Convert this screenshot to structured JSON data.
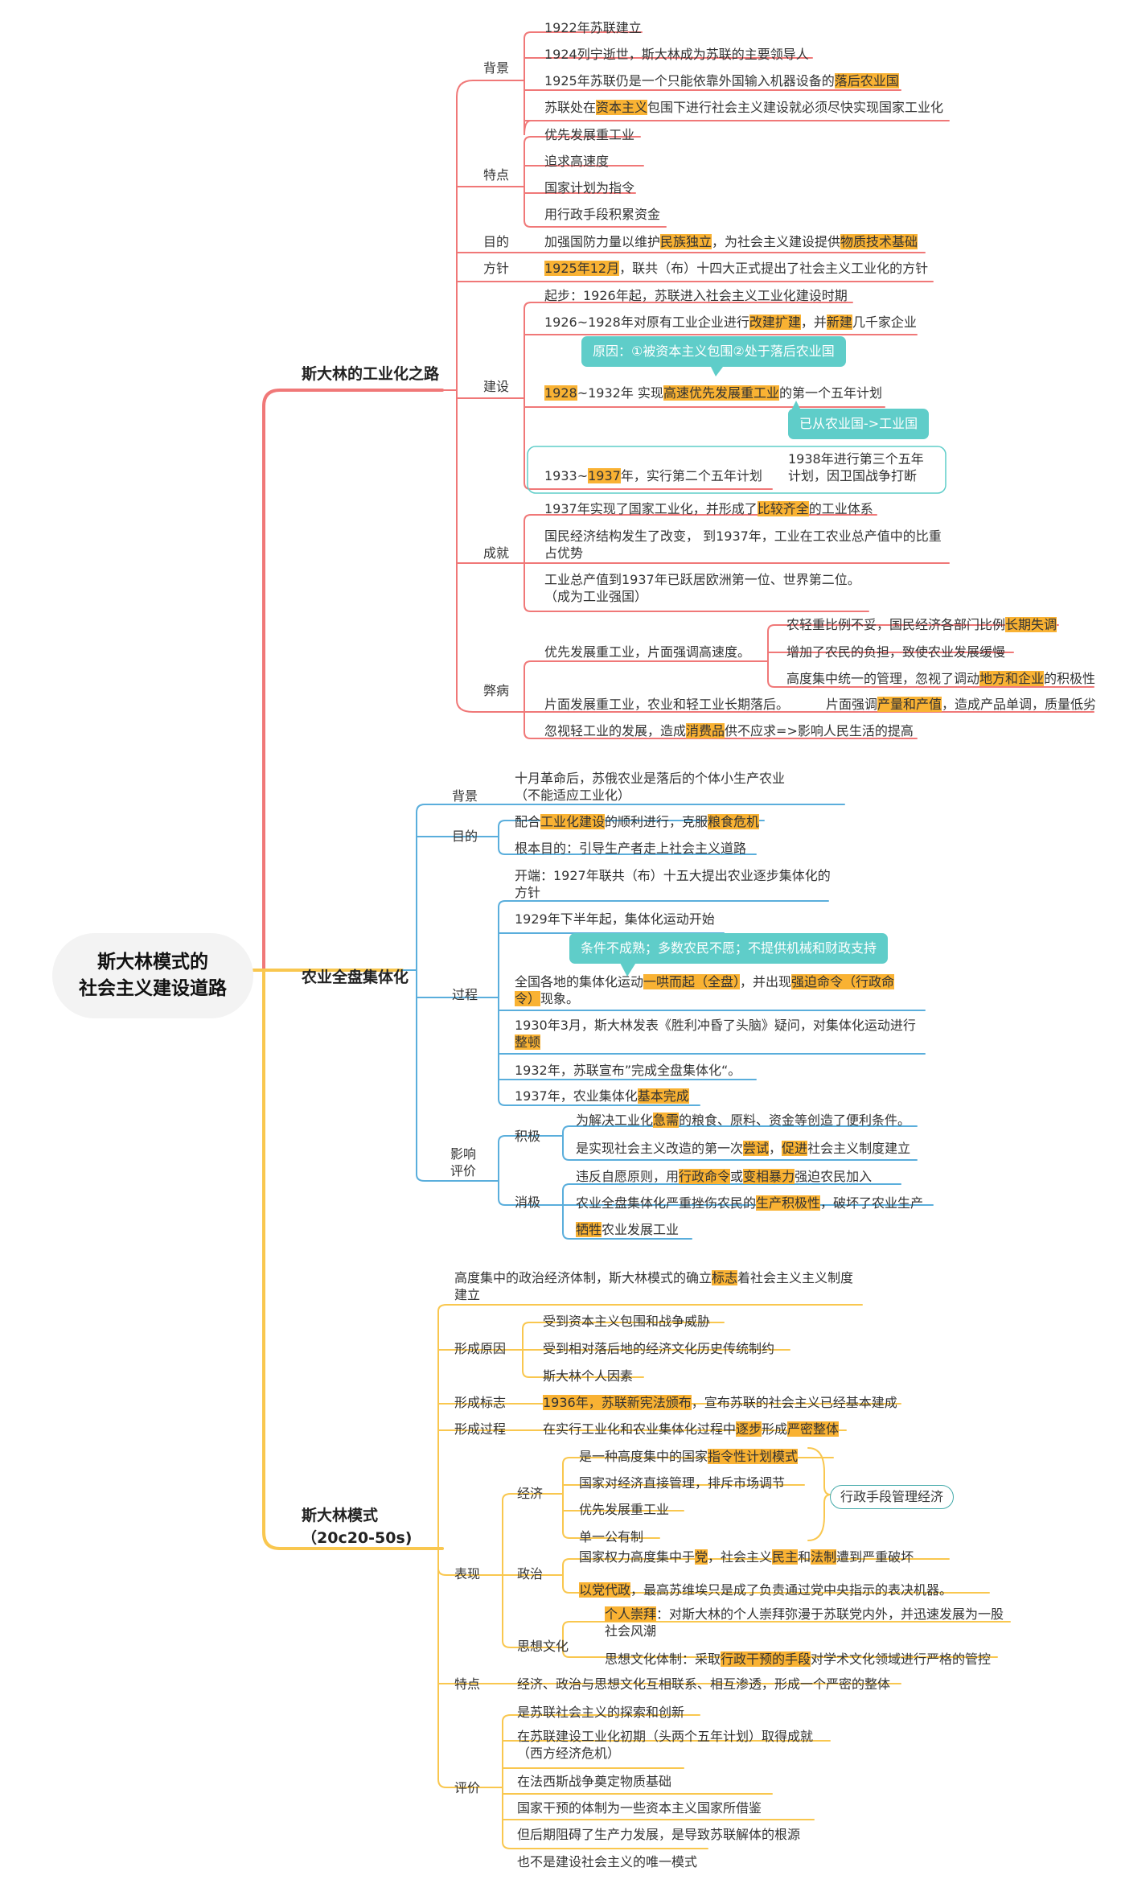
{
  "root": {
    "line1": "斯大林模式的",
    "line2": "社会主义建设道路"
  },
  "colors": {
    "red": "#f07878",
    "blue": "#5aaedc",
    "yellow": "#f9c74f",
    "highlight": "#f9b233",
    "teal": "#5fcdc9"
  },
  "s1": {
    "title": "斯大林的工业化之路",
    "bg": {
      "label": "背景",
      "i1": "1922年苏联建立",
      "i2": "1924列宁逝世，斯大林成为苏联的主要领导人",
      "i3a": "1925年苏联仍是一个只能依靠外国输入机器设备的",
      "i3h": "落后农业国",
      "i4a": "苏联处在",
      "i4h": "资本主义",
      "i4b": "包围下进行社会主义建设就必须尽快实现国家工业化"
    },
    "tz": {
      "label": "特点",
      "i1": "优先发展重工业",
      "i2": "追求高速度",
      "i3": "国家计划为指令",
      "i4": "用行政手段积累资金"
    },
    "md": {
      "label": "目的",
      "a": "加强国防力量以维护",
      "h1": "民族独立",
      "b": "，为社会主义建设提供",
      "h2": "物质技术基础"
    },
    "fz": {
      "label": "方针",
      "h": "1925年12月",
      "a": "，联共（布）十四大正式提出了社会主义工业化的方针"
    },
    "js": {
      "label": "建设",
      "i1": "起步：1926年起，苏联进入社会主义工业化建设时期",
      "i2a": "1926~1928年对原有工业企业进行",
      "i2h1": "改建扩建",
      "i2b": "，并",
      "i2h2": "新建",
      "i2c": "几千家企业",
      "callout1": "原因：①被资本主义包围②处于落后农业国",
      "i3h1": "1928",
      "i3a": "~1932年 实现",
      "i3h2": "高速优先发展重工业",
      "i3b": "的第一个五年计划",
      "callout2": "已从农业国->工业国",
      "i4a": "1933~",
      "i4h": "1937",
      "i4b": "年，实行第二个五年计划",
      "i4side": "1938年进行第三个五年计划，因卫国战争打断"
    },
    "cj": {
      "label": "成就",
      "i1a": "1937年实现了国家工业化，并形成了",
      "i1h": "比较齐全",
      "i1b": "的工业体系",
      "i2": "国民经济结构发生了改变， 到1937年，工业在工农业总产值中的比重占优势",
      "i3": "工业总产值到1937年已跃居欧洲第一位、世界第二位。（成为工业强国）"
    },
    "bb": {
      "label": "弊病",
      "i1": "优先发展重工业，片面强调高速度。",
      "i1s1a": "农轻重比例不妥，国民经济各部门比例",
      "i1s1h": "长期失调",
      "i1s2": "增加了农民的负担，致使农业发展缓慢",
      "i1s3a": "高度集中统一的管理，忽视了调动",
      "i1s3h": "地方和企业",
      "i1s3b": "的积极性",
      "i2": "片面发展重工业，农业和轻工业长期落后。",
      "i2sa": "片面强调",
      "i2sh": "产量和产值",
      "i2sb": "，造成产品单调，质量低劣",
      "i3a": "忽视轻工业的发展，造成",
      "i3h": "消费品",
      "i3b": "供不应求=>影响人民生活的提高"
    }
  },
  "s2": {
    "title": "农业全盘集体化",
    "bg": {
      "label": "背景",
      "i1": "十月革命后，苏俄农业是落后的个体小生产农业（不能适应工业化）"
    },
    "md": {
      "label": "目的",
      "i1a": "配合",
      "i1h1": "工业化建设",
      "i1b": "的顺利进行，克服",
      "i1h2": "粮食危机",
      "i2": "根本目的：引导生产者走上社会主义道路"
    },
    "gc": {
      "label": "过程",
      "i1": "开端：1927年联共（布）十五大提出农业逐步集体化的方针",
      "i2": "1929年下半年起，集体化运动开始",
      "callout": "条件不成熟；多数农民不愿；不提供机械和财政支持",
      "i3a": "全国各地的集体化运动",
      "i3h1": "一哄而起（全盘）",
      "i3b": "，并出现",
      "i3h2": "强迫命令（行政命令）",
      "i3c": "现象。",
      "i4a": "1930年3月，斯大林发表《胜利冲昏了头脑》疑问，对集体化运动进行",
      "i4h": "整顿",
      "i5": "1932年，苏联宣布”完成全盘集体化“。",
      "i6a": "1937年，农业集体化",
      "i6h": "基本完成"
    },
    "yx": {
      "label": "影响评价",
      "jj": {
        "label": "积极",
        "i1a": "为解决工业化",
        "i1h": "急需",
        "i1b": "的粮食、原料、资金等创造了便利条件。",
        "i2a": "是实现社会主义改造的第一次",
        "i2h1": "尝试",
        "i2b": "，",
        "i2h2": "促进",
        "i2c": "社会主义制度建立"
      },
      "xj": {
        "label": "消极",
        "i1a": "违反自愿原则，用",
        "i1h1": "行政命令",
        "i1b": "或",
        "i1h2": "变相暴力",
        "i1c": "强迫农民加入",
        "i2a": "农业全盘集体化严重挫伤农民的",
        "i2h": "生产积极性",
        "i2b": "，破坏了农业生产",
        "i3h": "牺牲",
        "i3a": "农业发展工业"
      }
    }
  },
  "s3": {
    "title": "斯大林模式",
    "title2": "（20c20-50s)",
    "top": {
      "a": "高度集中的政治经济体制，斯大林模式的确立",
      "h": "标志",
      "b": "着社会主义主义制度建立"
    },
    "xcyy": {
      "label": "形成原因",
      "i1": "受到资本主义包围和战争威胁",
      "i2": "受到相对落后地的经济文化历史传统制约",
      "i3": "斯大林个人因素"
    },
    "xcbz": {
      "label": "形成标志",
      "h": "1936年，苏联新宪法颁布",
      "a": "，宣布苏联的社会主义已经基本建成"
    },
    "xcgc": {
      "label": "形成过程",
      "a": "在实行工业化和农业集体化过程中",
      "h1": "逐步",
      "b": "形成",
      "h2": "严密整体"
    },
    "bx": {
      "label": "表现",
      "jj": {
        "label": "经济",
        "i1a": "是一种高度集中的国家",
        "i1h": "指令性计划模式",
        "i2": "国家对经济直接管理，排斥市场调节",
        "i3": "优先发展重工业",
        "i4": "单一公有制",
        "bubble": "行政手段管理经济"
      },
      "zz": {
        "label": "政治",
        "i1a": "国家权力高度集中于",
        "i1h1": "党",
        "i1b": "，社会主义",
        "i1h2": "民主",
        "i1c": "和",
        "i1h3": "法制",
        "i1d": "遭到严重破坏",
        "i2h": "以党代政",
        "i2a": "，最高苏维埃只是成了负责通过党中央指示的表决机器。"
      },
      "sx": {
        "label": "思想文化",
        "i1h": "个人崇拜",
        "i1a": "：对斯大林的个人崇拜弥漫于苏联党内外，并迅速发展为一股社会风潮",
        "i2a": "思想文化体制：采取",
        "i2h": "行政干预的手段",
        "i2b": "对学术文化领域进行严格的管控"
      }
    },
    "td": {
      "label": "特点",
      "i1": "经济、政治与思想文化互相联系、相互渗透，形成一个严密的整体"
    },
    "pj": {
      "label": "评价",
      "i1": "是苏联社会主义的探索和创新",
      "i2": "在苏联建设工业化初期（头两个五年计划）取得成就（西方经济危机）",
      "i3": "在法西斯战争奠定物质基础",
      "i4": "国家干预的体制为一些资本主义国家所借鉴",
      "i5": "但后期阻碍了生产力发展，是导致苏联解体的根源",
      "i6": "也不是建设社会主义的唯一模式"
    }
  }
}
